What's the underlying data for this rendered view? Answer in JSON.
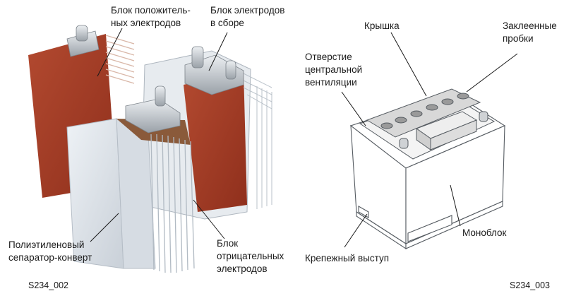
{
  "left_figure": {
    "code": "S234_002",
    "labels": {
      "positive_block": [
        "Блок положитель-",
        "ных электродов"
      ],
      "assembled_block": [
        "Блок электродов",
        "в сборе"
      ],
      "separator": [
        "Полиэтиленовый",
        "сепаратор-конверт"
      ],
      "negative_block": [
        "Блок",
        "отрицательных",
        "электродов"
      ]
    }
  },
  "right_figure": {
    "code": "S234_003",
    "labels": {
      "lid": [
        "Крышка"
      ],
      "sealed_plugs": [
        "Заклеенные",
        "пробки"
      ],
      "vent_hole": [
        "Отверстие",
        "центральной",
        "вентиляции"
      ],
      "case": [
        "Моноблок"
      ],
      "mounting_lip": [
        "Крепежный выступ"
      ]
    }
  },
  "colors": {
    "positive_plate": "#a33a24",
    "negative_plate": "#8a5a3a",
    "separator": "#dde3ea",
    "terminal": "#b9bec4",
    "leader_line": "#1a1a1a"
  }
}
